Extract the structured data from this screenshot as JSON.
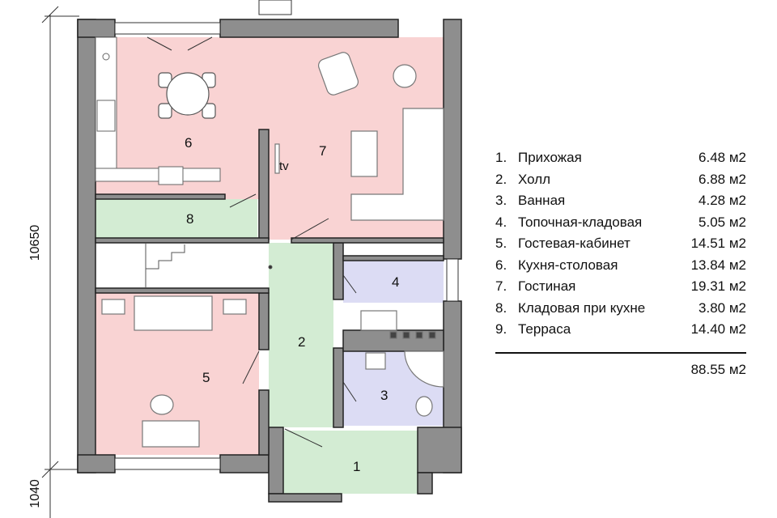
{
  "dimensions": {
    "height_main": "10650",
    "height_terrace": "1040"
  },
  "rooms": [
    {
      "num": "1",
      "name": "Прихожая",
      "area": "6.48 м2"
    },
    {
      "num": "2",
      "name": "Холл",
      "area": "6.88 м2"
    },
    {
      "num": "3",
      "name": "Ванная",
      "area": "4.28 м2"
    },
    {
      "num": "4",
      "name": "Топочная-кладовая",
      "area": "5.05 м2"
    },
    {
      "num": "5",
      "name": "Гостевая-кабинет",
      "area": "14.51 м2"
    },
    {
      "num": "6",
      "name": "Кухня-столовая",
      "area": "13.84 м2"
    },
    {
      "num": "7",
      "name": "Гостиная",
      "area": "19.31 м2"
    },
    {
      "num": "8",
      "name": "Кладовая при кухне",
      "area": "3.80 м2"
    },
    {
      "num": "9",
      "name": "Терраса",
      "area": "14.40 м2"
    }
  ],
  "legend_numbers": [
    "1.",
    "2.",
    "3.",
    "4.",
    "5.",
    "6.",
    "7.",
    "8.",
    "9."
  ],
  "total_area": "88.55 м2",
  "tv_label": "tv",
  "colors": {
    "living": "#f9d3d3",
    "service": "#d3ecd3",
    "utility": "#dcdcf4",
    "wall": "#8e8e8e",
    "wall_edge": "#222222"
  }
}
